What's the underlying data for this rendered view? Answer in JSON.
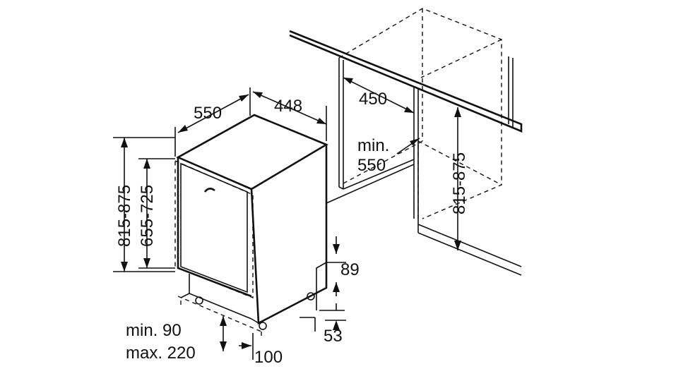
{
  "colors": {
    "line": "#111111",
    "background": "#ffffff"
  },
  "dimensions": {
    "appliance_depth": "550",
    "appliance_width": "448",
    "niche_width": "450",
    "niche_depth_prefix": "min.",
    "niche_depth_value": "550",
    "niche_height": "815-875",
    "total_height": "815-875",
    "door_height": "655-725",
    "plinth_height": "89",
    "plinth_gap": "53",
    "plinth_depth": "100",
    "plinth_min": "min. 90",
    "plinth_max": "max. 220"
  }
}
